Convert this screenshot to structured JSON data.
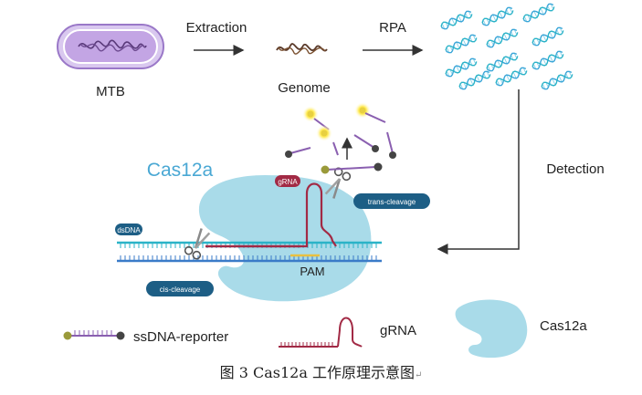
{
  "labels": {
    "extraction": "Extraction",
    "rpa": "RPA",
    "mtb": "MTB",
    "genome": "Genome",
    "detection": "Detection",
    "cas12a_title": "Cas12a",
    "grna_tag": "gRNA",
    "dsdna_tag": "dsDNA",
    "trans_cleavage": "trans-cleavage",
    "cis_cleavage": "cis-cleavage",
    "pam": "PAM"
  },
  "legend": {
    "ssdna_reporter": "ssDNA-reporter",
    "grna": "gRNA",
    "cas12a": "Cas12a"
  },
  "caption": "图 3   Cas12a 工作原理示意图",
  "caption_mark": "↵",
  "colors": {
    "protein": "#a9dbe9",
    "dna_blue": "#3a7bc8",
    "dna_teal": "#2bb3c8",
    "grna_red": "#a22a45",
    "reporter_purple": "#8a5fb0",
    "tag_fill": "#1d5e85",
    "pam_yellow": "#e8c040",
    "bacterium": "#c7a6e6"
  }
}
